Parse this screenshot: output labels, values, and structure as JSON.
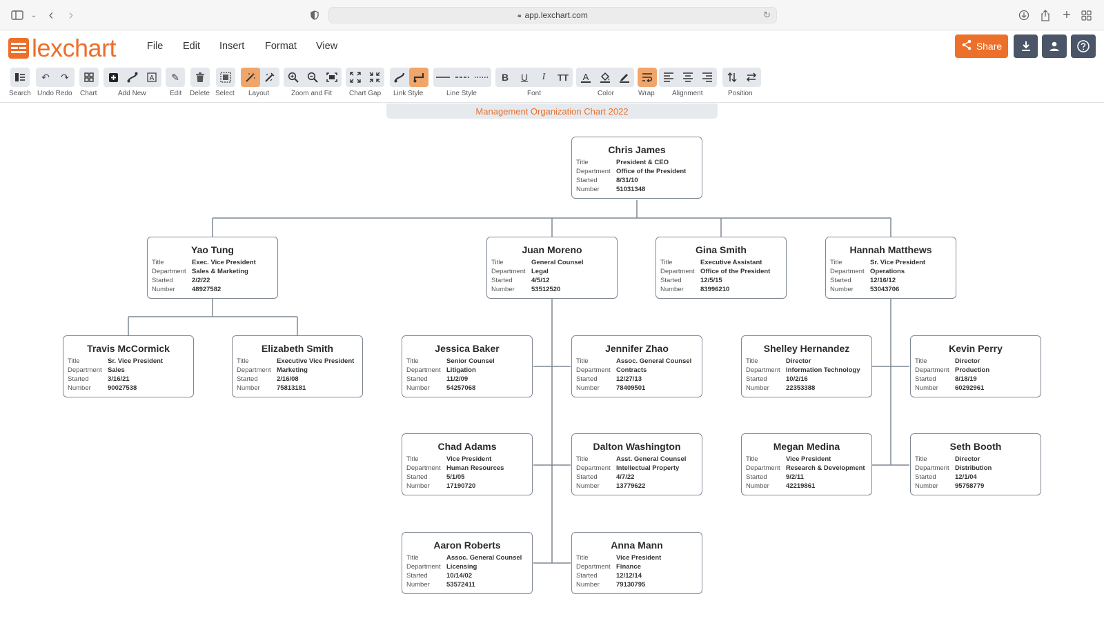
{
  "browser": {
    "url": "app.lexchart.com"
  },
  "app": {
    "logo_text": "lexchart",
    "brand_color": "#ec6f2a",
    "menu": [
      "File",
      "Edit",
      "Insert",
      "Format",
      "View"
    ],
    "share_label": "Share"
  },
  "toolbar": {
    "labels": {
      "search": "Search",
      "undo_redo": "Undo Redo",
      "chart": "Chart",
      "add_new": "Add New",
      "edit": "Edit",
      "delete": "Delete",
      "select": "Select",
      "layout": "Layout",
      "zoom_fit": "Zoom and Fit",
      "chart_gap": "Chart Gap",
      "link_style": "Link Style",
      "line_style": "Line Style",
      "font": "Font",
      "color": "Color",
      "wrap": "Wrap",
      "alignment": "Alignment",
      "position": "Position"
    }
  },
  "chart": {
    "title": "Management Organization Chart 2022",
    "field_labels": {
      "title": "Title",
      "department": "Department",
      "started": "Started",
      "number": "Number"
    },
    "people": [
      {
        "name": "Chris James",
        "title": "President & CEO",
        "department": "Office of the President",
        "started": "8/31/10",
        "number": "51031348"
      },
      {
        "name": "Yao Tung",
        "title": "Exec. Vice President",
        "department": "Sales & Marketing",
        "started": "2/2/22",
        "number": "48927582"
      },
      {
        "name": "Juan Moreno",
        "title": "General Counsel",
        "department": "Legal",
        "started": "4/5/12",
        "number": "53512520"
      },
      {
        "name": "Gina Smith",
        "title": "Executive Assistant",
        "department": "Office of the President",
        "started": "12/5/15",
        "number": "83996210"
      },
      {
        "name": "Hannah Matthews",
        "title": "Sr. Vice President",
        "department": "Operations",
        "started": "12/16/12",
        "number": "53043706"
      },
      {
        "name": "Travis McCormick",
        "title": "Sr. Vice President",
        "department": "Sales",
        "started": "3/16/21",
        "number": "90027538"
      },
      {
        "name": "Elizabeth Smith",
        "title": "Executive Vice President",
        "department": "Marketing",
        "started": "2/16/08",
        "number": "75813181"
      },
      {
        "name": "Jessica Baker",
        "title": "Senior Counsel",
        "department": "Litigation",
        "started": "11/2/09",
        "number": "54257068"
      },
      {
        "name": "Jennifer Zhao",
        "title": "Assoc. General Counsel",
        "department": "Contracts",
        "started": "12/27/13",
        "number": "78409501"
      },
      {
        "name": "Shelley Hernandez",
        "title": "Director",
        "department": "Information Technology",
        "started": "10/2/16",
        "number": "22353388"
      },
      {
        "name": "Kevin Perry",
        "title": "Director",
        "department": "Production",
        "started": "8/18/19",
        "number": "60292961"
      },
      {
        "name": "Chad Adams",
        "title": "Vice President",
        "department": "Human Resources",
        "started": "5/1/05",
        "number": "17190720"
      },
      {
        "name": "Dalton Washington",
        "title": "Asst. General Counsel",
        "department": "Intellectual Property",
        "started": "4/7/22",
        "number": "13779622"
      },
      {
        "name": "Megan Medina",
        "title": "Vice President",
        "department": "Research & Development",
        "started": "9/2/11",
        "number": "42219861"
      },
      {
        "name": "Seth Booth",
        "title": "Director",
        "department": "Distribution",
        "started": "12/1/04",
        "number": "95758779"
      },
      {
        "name": "Aaron Roberts",
        "title": "Assoc. General Counsel",
        "department": "Licensing",
        "started": "10/14/02",
        "number": "53572411"
      },
      {
        "name": "Anna Mann",
        "title": "Vice President",
        "department": "Finance",
        "started": "12/12/14",
        "number": "79130795"
      }
    ]
  }
}
